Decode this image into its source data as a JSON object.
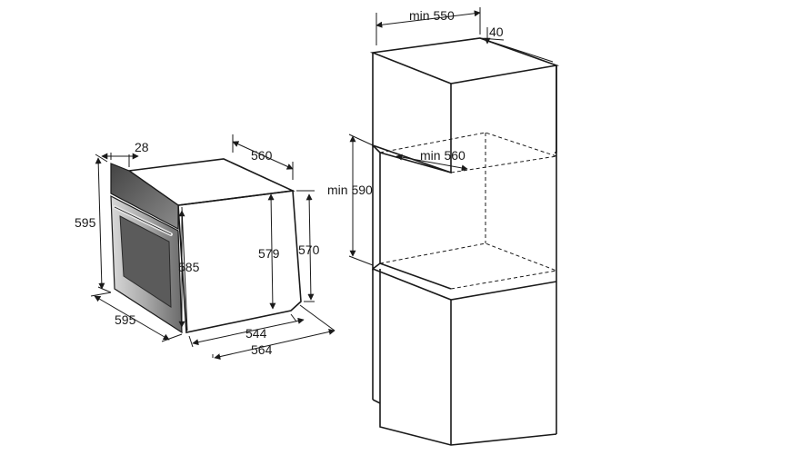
{
  "oven": {
    "depth_top": "28",
    "depth_side": "560",
    "height_front": "595",
    "height_back_inner": "585",
    "height_side_inner": "579",
    "height_side_outer": "570",
    "width_front": "595",
    "depth_bottom_inner": "544",
    "depth_bottom_outer": "564"
  },
  "cabinet": {
    "width_top": "min 550",
    "gap_top": "40",
    "opening_depth": "min 560",
    "opening_height": "min 590"
  },
  "colors": {
    "line": "#1a1a1a",
    "door": "#a8a8a8",
    "door_dark": "#5b5b5b",
    "door_light": "#d9d9d9"
  }
}
